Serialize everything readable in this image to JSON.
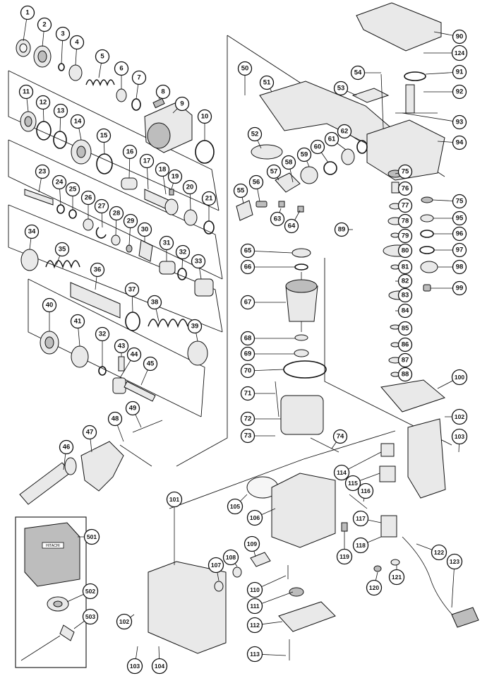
{
  "diagram": {
    "callouts": [
      "1",
      "2",
      "3",
      "4",
      "5",
      "6",
      "7",
      "8",
      "9",
      "10",
      "11",
      "12",
      "13",
      "14",
      "15",
      "16",
      "17",
      "18",
      "19",
      "20",
      "21",
      "23",
      "24",
      "25",
      "26",
      "27",
      "28",
      "29",
      "30",
      "31",
      "32",
      "33",
      "34",
      "35",
      "36",
      "37",
      "38",
      "39",
      "40",
      "41",
      "43",
      "44",
      "45",
      "46",
      "47",
      "48",
      "49",
      "50",
      "51",
      "52",
      "53",
      "54",
      "55",
      "56",
      "57",
      "58",
      "59",
      "60",
      "61",
      "62",
      "63",
      "64",
      "65",
      "66",
      "67",
      "68",
      "69",
      "70",
      "71",
      "72",
      "73",
      "74",
      "75",
      "76",
      "77",
      "78",
      "79",
      "80",
      "81",
      "82",
      "83",
      "84",
      "85",
      "86",
      "87",
      "88",
      "89",
      "90",
      "91",
      "92",
      "93",
      "94",
      "95",
      "96",
      "97",
      "98",
      "99",
      "100",
      "101",
      "102",
      "103",
      "104",
      "105",
      "106",
      "107",
      "108",
      "109",
      "110",
      "111",
      "112",
      "113",
      "114",
      "115",
      "116",
      "117",
      "118",
      "119",
      "120",
      "121",
      "122",
      "123",
      "124",
      "501",
      "502",
      "503"
    ],
    "case_label": "HITACHI"
  }
}
